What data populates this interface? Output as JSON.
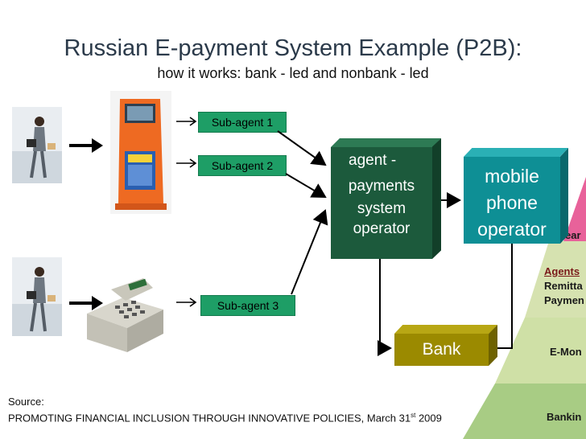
{
  "title": "Russian E-payment System Example (P2B):",
  "subtitle": "how it works: bank - led and nonbank - led",
  "subagents": [
    "Sub-agent 1",
    "Sub-agent 2",
    "Sub-agent 3"
  ],
  "agent": {
    "line1": "agent -",
    "line2": "payments",
    "line3": "system",
    "line4": "operator"
  },
  "mobile": {
    "line1": "mobile",
    "line2": "phone",
    "line3": "operator"
  },
  "bank": "Bank",
  "pyramid": {
    "layer1": "ear",
    "layer2_title": "Agents",
    "layer2_line2": "Remitta",
    "layer2_line3": "Paymen",
    "layer3": "E-Mon",
    "layer4": "Bankin"
  },
  "source": {
    "label": "Source:",
    "text": "PROMOTING FINANCIAL INCLUSION THROUGH INNOVATIVE POLICIES,  March 31",
    "sup": "st",
    "year": " 2009"
  },
  "icons": [
    "person-icon",
    "payment-kiosk-icon",
    "cash-register-icon"
  ],
  "colors": {
    "agent": "#1c5a3c",
    "mobile": "#0e8f95",
    "bank": "#9b8a00",
    "subagent": "#1e9e66"
  }
}
